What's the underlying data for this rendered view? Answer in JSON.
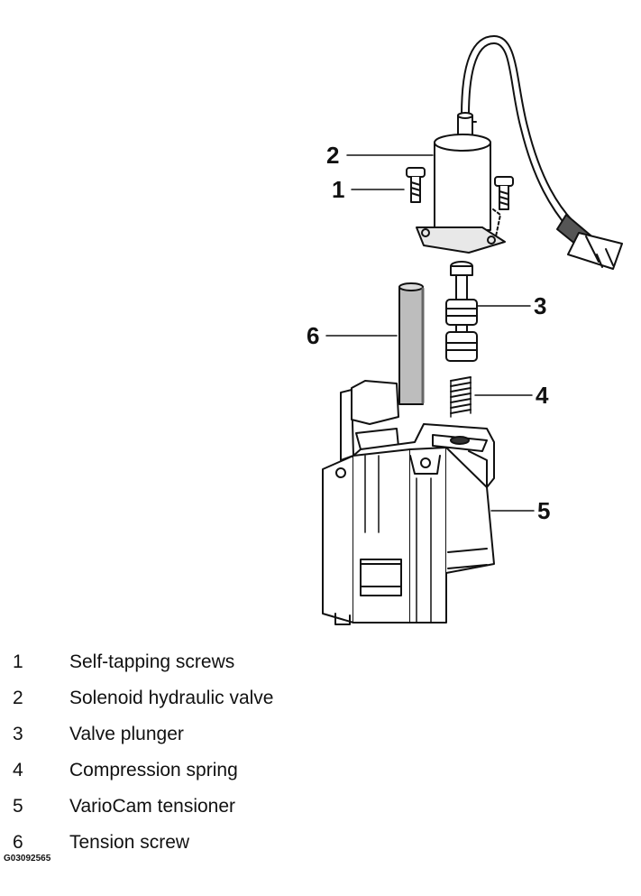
{
  "callouts": [
    "1",
    "2",
    "3",
    "4",
    "5",
    "6"
  ],
  "legend": [
    {
      "number": "1",
      "label": "Self-tapping screws"
    },
    {
      "number": "2",
      "label": "Solenoid hydraulic valve"
    },
    {
      "number": "3",
      "label": "Valve plunger"
    },
    {
      "number": "4",
      "label": "Compression spring"
    },
    {
      "number": "5",
      "label": "VarioCam tensioner"
    },
    {
      "number": "6",
      "label": "Tension screw"
    }
  ],
  "figure_code": "G03092565"
}
